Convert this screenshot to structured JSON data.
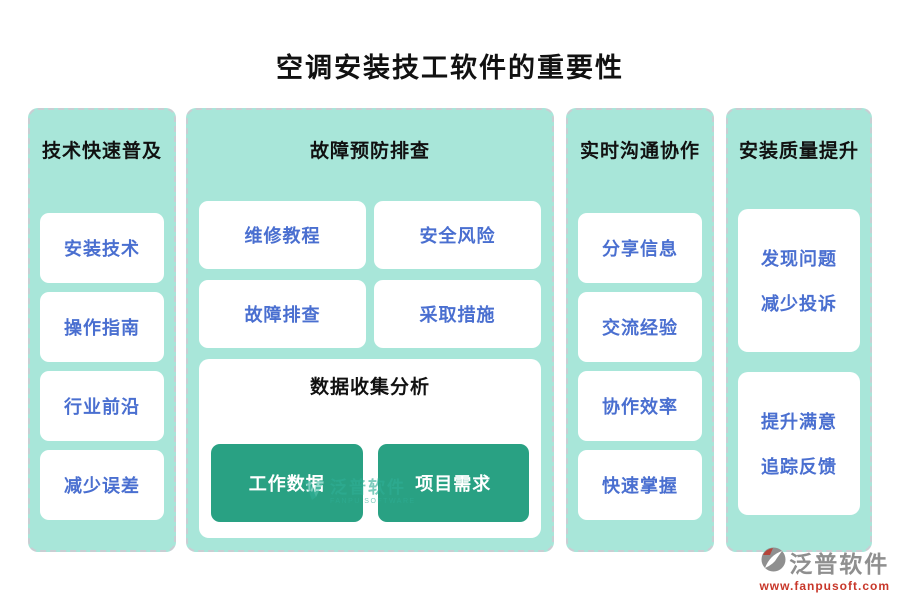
{
  "title": "空调安装技工软件的重要性",
  "columns": [
    {
      "header": "技术快速普及",
      "items": [
        "安装技术",
        "操作指南",
        "行业前沿",
        "减少误差"
      ]
    },
    {
      "header": "故障预防排查",
      "items": [
        "维修教程",
        "安全风险",
        "故障排查",
        "采取措施"
      ],
      "subpanel": {
        "title": "数据收集分析",
        "buttons": [
          "工作数据",
          "项目需求"
        ]
      }
    },
    {
      "header": "实时沟通协作",
      "items": [
        "分享信息",
        "交流经验",
        "协作效率",
        "快速掌握"
      ]
    },
    {
      "header": "安装质量提升",
      "cards": [
        {
          "lines": [
            "发现问题",
            "减少投诉"
          ]
        },
        {
          "lines": [
            "提升满意",
            "追踪反馈"
          ]
        }
      ]
    }
  ],
  "watermark": {
    "brand": "泛普软件",
    "subtext": "FANPU SOFTWARE"
  },
  "footer": {
    "brand": "泛普软件",
    "url": "www.fanpusoft.com"
  },
  "colors": {
    "column_background": "#a8e6d9",
    "column_dashed_border": "#c9ced3",
    "item_text_blue": "#4a6fd0",
    "button_green": "#29a183",
    "watermark_teal": "#2fae96",
    "footer_gray": "#8f8f8f",
    "footer_url_red": "#c8372a",
    "title_black": "#111111"
  }
}
